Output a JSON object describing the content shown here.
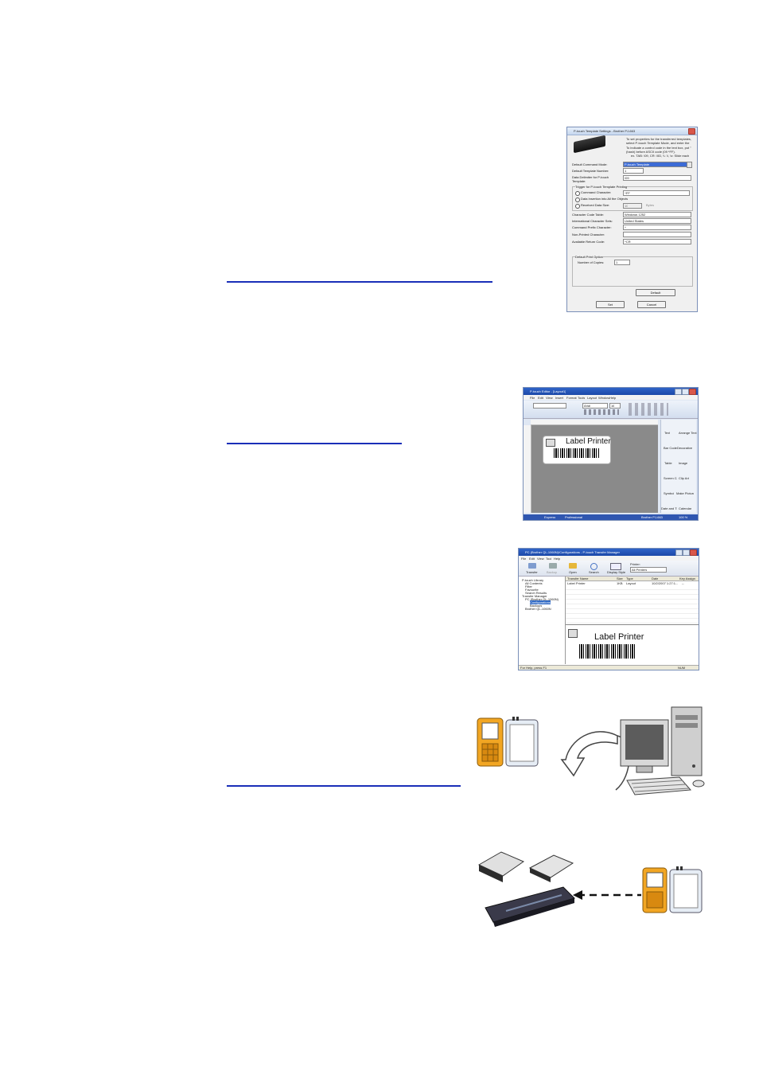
{
  "page": {
    "links": [
      {
        "id": "link-1"
      },
      {
        "id": "link-2"
      },
      {
        "id": "link-3"
      }
    ]
  },
  "template_dialog": {
    "title": "P-touch Template Settings - Brother PJ-663",
    "intro": "To set properties for the transferred templates, select P-touch Template Mode, and enter the data as required.",
    "intro2": "To indicate a control code in the text box, put \"(hash) before ASCII code (09 *FF).",
    "intro3": "ex. TAB: \\09, CR: \\0D, \\\\: \\\\, \\x: Slide each",
    "default_command_mode_label": "Default Command Mode:",
    "default_command_mode_value": "P-touch Template",
    "default_template_number_label": "Default Template Number:",
    "default_template_number_value": "1",
    "data_delimiter_label": "Data Delimiter for P-touch Template:",
    "data_delimiter_value": "\\09",
    "trigger_group_label": "Trigger for P-touch Template Printing",
    "command_character_label": "Command Character:",
    "command_character_value": "^FF",
    "data_insertion_label": "Data Insertion into All the Objects",
    "received_data_size_label": "Received Data Size:",
    "received_data_size_value": "10",
    "received_data_unit": "Bytes",
    "char_code_table_label": "Character Code Table:",
    "char_code_table_value": "Windows 1252",
    "intl_char_set_label": "International Character Sets:",
    "intl_char_set_value": "United States",
    "command_prefix_label": "Command Prefix Character:",
    "command_prefix_value": "^",
    "non_printed_label": "Non-Printed Character:",
    "non_printed_value": "",
    "return_code_label": "Available Return Code:",
    "return_code_value": "^CR",
    "print_option_group_label": "Default Print Option",
    "copies_label": "Number of Copies:",
    "copies_value": "1",
    "default_button": "Default",
    "set_button": "Set",
    "cancel_button": "Cancel"
  },
  "editor_window": {
    "title": "P-touch Editor - [Layout1]",
    "menu": [
      "File",
      "Edit",
      "View",
      "Insert",
      "Format",
      "Tools",
      "Layout",
      "Window",
      "Help"
    ],
    "font_name": "Arial",
    "font_size": "16",
    "label_text": "Label Printer",
    "side_panel_items": [
      "Text",
      "Arrange Text",
      "Bar Code",
      "Decorative Frame",
      "Table",
      "Image",
      "Screen Capture",
      "Clip Art",
      "Symbol",
      "Make Picture",
      "Date and Time",
      "Calendar"
    ],
    "status_tabs": [
      "Express",
      "Professional"
    ],
    "zoom": "100 %",
    "printer": "Brother PJ-663"
  },
  "transfer_window": {
    "title": "PC (Brother QL-1060N)\\Configurations - P-touch Transfer Manager",
    "menu": [
      "File",
      "Edit",
      "View",
      "Tool",
      "Help"
    ],
    "toolbar": [
      "Transfer",
      "Backup",
      "Open",
      "Search",
      "Display Style"
    ],
    "printer_label": "Printer:",
    "printer_value": "All Printers",
    "tree": [
      "P-touch Library",
      "All Contents",
      "Filter",
      "Favourite",
      "Search Results",
      "Transfer Manager",
      "PC (Brother QL-1060N)",
      "Configurations",
      "Backups",
      "Brother QL-1060N"
    ],
    "columns": [
      "Transfer Name",
      "Size",
      "Type",
      "Date",
      "Key Assign"
    ],
    "row": [
      "Label Printer",
      "1KB",
      "Layout",
      "10/2/2007 1:27:1...",
      "--"
    ],
    "preview_text": "Label Printer",
    "status": "For Help, press F1",
    "status_right": "NUM"
  }
}
